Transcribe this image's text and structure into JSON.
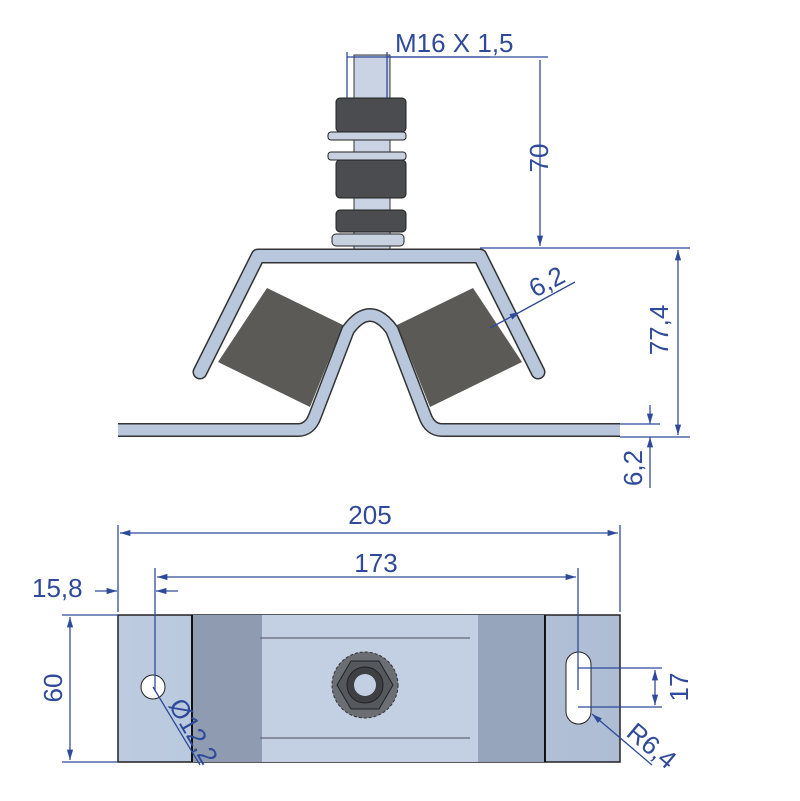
{
  "title": "",
  "colors": {
    "dimension": "#2f4a9a",
    "metal": "#b9c7dd",
    "rubber": "#5b5a57",
    "nut": "#4a4c50"
  },
  "front_view": {
    "thread_label": "M16 X 1,5",
    "stud_height": "70",
    "total_height": "77,4",
    "rubber_thickness": "6,2",
    "base_thickness": "6,2"
  },
  "top_view": {
    "overall_length": "205",
    "hole_spacing": "173",
    "hole_offset": "15,8",
    "width": "60",
    "slot_length": "17",
    "slot_radius": "R6,4",
    "hole_diameter": "Ø12,2"
  }
}
